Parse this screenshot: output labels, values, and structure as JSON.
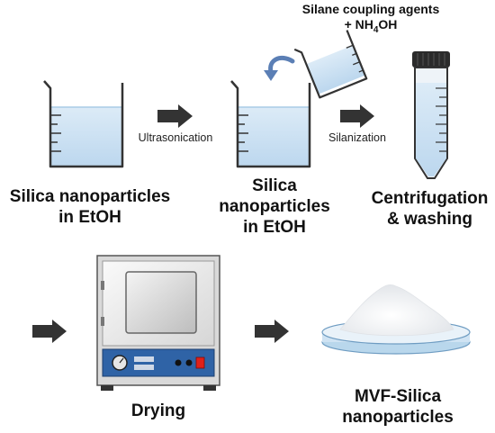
{
  "reagents": {
    "line1": "Silane coupling agents",
    "line2_prefix": "+ NH",
    "line2_sub": "4",
    "line2_suffix": "OH"
  },
  "steps": {
    "ultrasonication": "Ultrasonication",
    "silanization": "Silanization"
  },
  "labels": {
    "beaker1_line1": "Silica nanoparticles",
    "beaker1_line2": "in EtOH",
    "beaker2_line1": "Silica",
    "beaker2_line2": "nanoparticles",
    "beaker2_line3": "in EtOH",
    "tube_line1": "Centrifugation",
    "tube_line2": "& washing",
    "oven": "Drying",
    "product_line1": "MVF-Silica",
    "product_line2": "nanoparticles"
  },
  "colors": {
    "liquid": "#cfe3f3",
    "liquid_edge": "#a9cbe6",
    "arrow": "#333333",
    "oven_panel": "#2f63a6",
    "red_switch": "#e0201a"
  },
  "icons": [
    "beaker-icon",
    "pouring-beaker-icon",
    "curved-arrow-icon",
    "centrifuge-tube-icon",
    "oven-icon",
    "petri-dish-icon",
    "process-arrow-icon"
  ]
}
